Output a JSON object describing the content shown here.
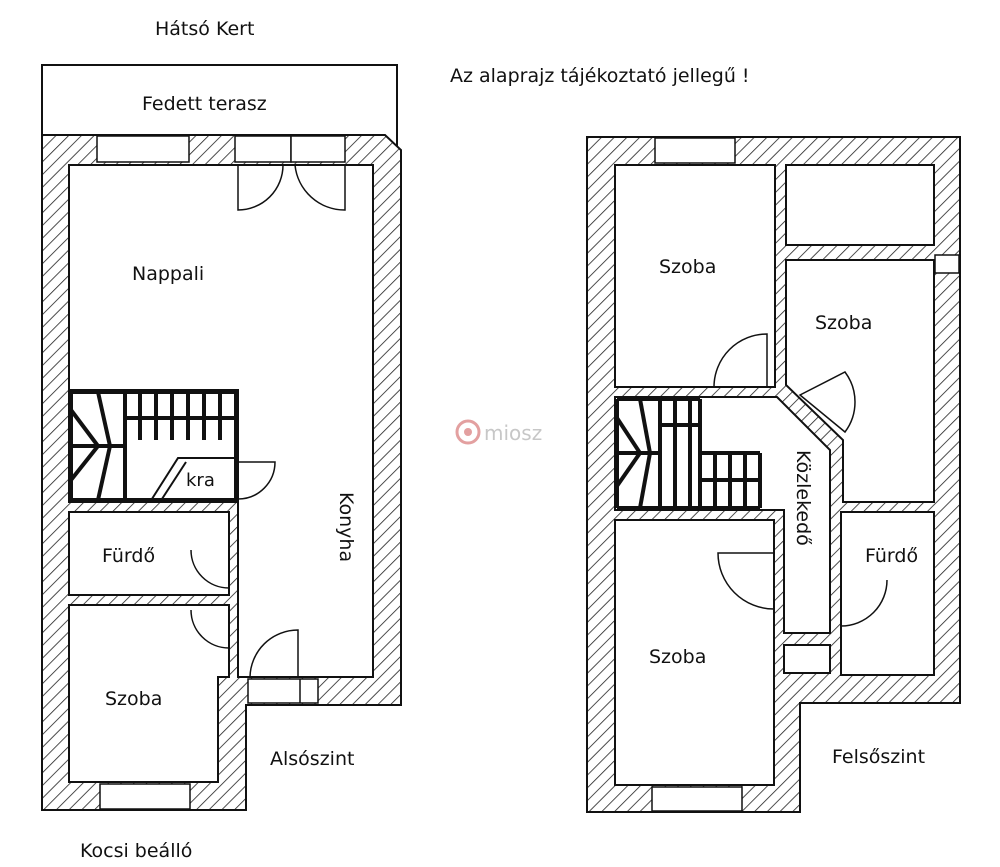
{
  "texts": {
    "back_garden": "Hátsó Kert",
    "covered_terrace": "Fedett terasz",
    "disclaimer": "Az alaprajz tájékoztató jellegű !",
    "car_port": "Kocsi beálló",
    "watermark": "miosz"
  },
  "ground_floor": {
    "level_label": "Alsószint",
    "rooms": {
      "living": "Nappali",
      "storage": "kra",
      "kitchen": "Konyha",
      "bathroom": "Fürdő",
      "bedroom": "Szoba"
    }
  },
  "upper_floor": {
    "level_label": "Felsőszint",
    "rooms": {
      "room1": "Szoba",
      "room2": "Szoba",
      "hallway": "Közlekedő",
      "bathroom": "Fürdő",
      "room3": "Szoba"
    }
  }
}
